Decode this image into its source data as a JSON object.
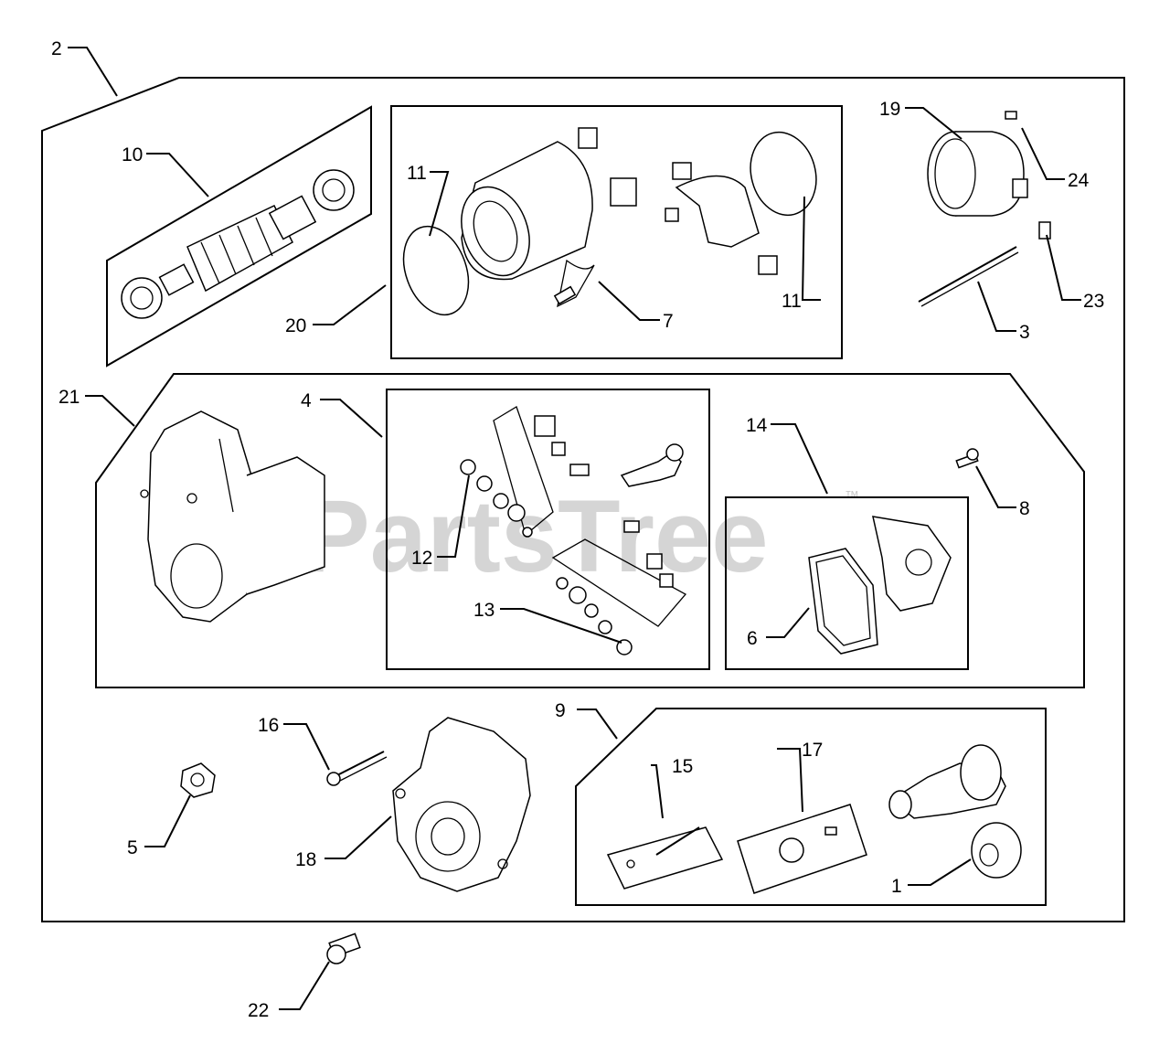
{
  "watermark": {
    "text": "PartsTree",
    "trademark": "™"
  },
  "callouts": {
    "c1": "1",
    "c2": "2",
    "c3": "3",
    "c4": "4",
    "c5": "5",
    "c6": "6",
    "c7": "7",
    "c8": "8",
    "c9": "9",
    "c10": "10",
    "c11a": "11",
    "c11b": "11",
    "c12": "12",
    "c13": "13",
    "c14": "14",
    "c15": "15",
    "c16": "16",
    "c17": "17",
    "c18": "18",
    "c19": "19",
    "c20": "20",
    "c21": "21",
    "c22": "22",
    "c23": "23",
    "c24": "24"
  }
}
